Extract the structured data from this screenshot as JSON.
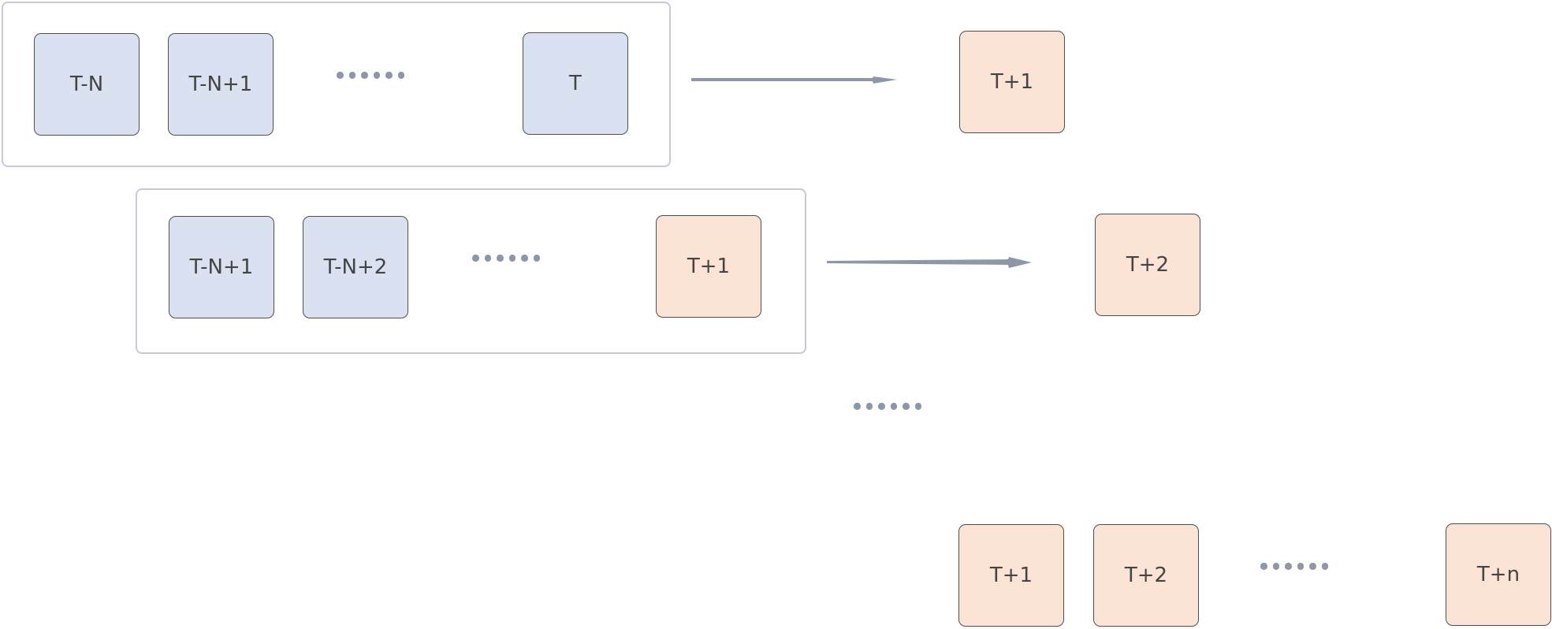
{
  "row1": {
    "inputs": [
      "T-N",
      "T-N+1",
      "T"
    ],
    "output": "T+1"
  },
  "row2": {
    "inputs": [
      "T-N+1",
      "T-N+2"
    ],
    "predicted": "T+1",
    "output": "T+2"
  },
  "row3": {
    "outputs": [
      "T+1",
      "T+2",
      "T+n"
    ]
  },
  "colors": {
    "input_fill": "#dae2f2",
    "output_fill": "#fbe3d6",
    "window_border": "#c5cad8",
    "arrow": "#8d97a8"
  }
}
